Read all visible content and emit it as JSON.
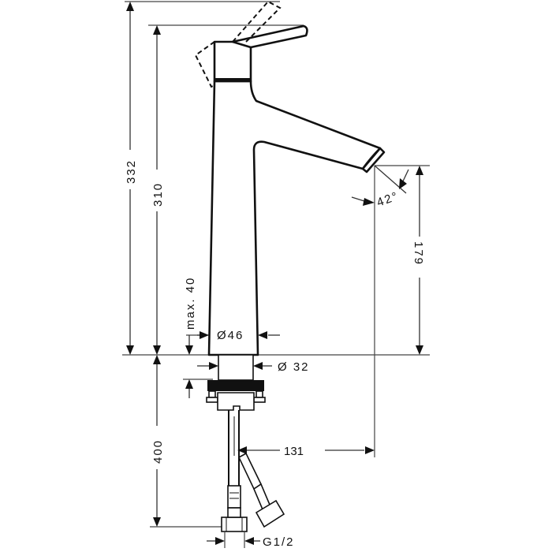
{
  "drawing": {
    "subject": "Single-lever basin mixer faucet technical dimension drawing",
    "units": "mm",
    "dimensions": {
      "total_height_lever_open": "332",
      "height_to_lever": "310",
      "spout_height": "179",
      "spout_angle": "42°",
      "max_counter_thickness": "max. 40",
      "body_diameter": "Ø46",
      "shank_diameter": "Ø 32",
      "hose_length": "400",
      "spout_reach": "131",
      "connection_thread": "G1/2"
    },
    "colors": {
      "line": "#111111",
      "background": "#ffffff"
    }
  }
}
